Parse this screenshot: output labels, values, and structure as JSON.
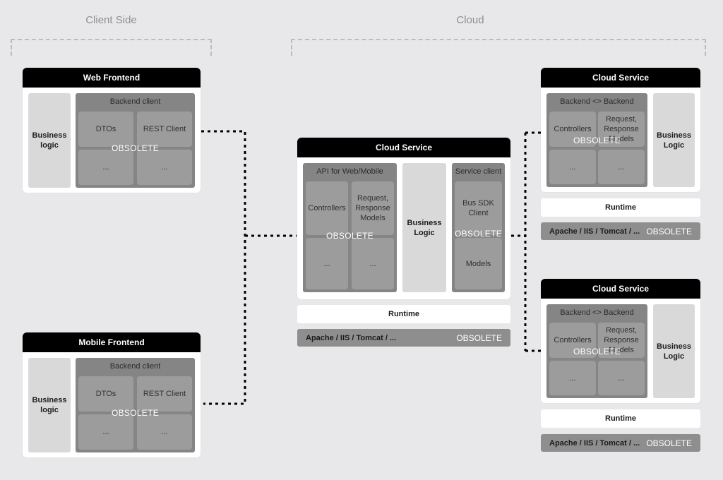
{
  "sections": {
    "client_side": "Client Side",
    "cloud": "Cloud"
  },
  "obsolete": "OBSOLETE",
  "ellipsis": "...",
  "web_frontend": {
    "title": "Web Frontend",
    "business": "Business logic",
    "backend_client": "Backend client",
    "dtos": "DTOs",
    "rest_client": "REST Client"
  },
  "mobile_frontend": {
    "title": "Mobile Frontend",
    "business": "Business logic",
    "backend_client": "Backend client",
    "dtos": "DTOs",
    "rest_client": "REST Client"
  },
  "central_service": {
    "title": "Cloud Service",
    "api": "API for Web/Mobile",
    "controllers": "Controllers",
    "models": "Request, Response Models",
    "business": "Business Logic",
    "service_client": "Service client",
    "bus_sdk": "Bus SDK Client",
    "models2": "Models",
    "runtime": "Runtime",
    "server": "Apache / IIS / Tomcat / ..."
  },
  "cloud_service_top": {
    "title": "Cloud Service",
    "backend": "Backend <> Backend",
    "controllers": "Controllers",
    "models": "Request, Response Models",
    "business": "Business Logic",
    "runtime": "Runtime",
    "server": "Apache / IIS / Tomcat / ..."
  },
  "cloud_service_bottom": {
    "title": "Cloud Service",
    "backend": "Backend <> Backend",
    "controllers": "Controllers",
    "models": "Request, Response Models",
    "business": "Business Logic",
    "runtime": "Runtime",
    "server": "Apache / IIS / Tomcat / ..."
  },
  "colors": {
    "background": "#e8e8ea",
    "header": "#000000",
    "dark_box": "#858585",
    "cell": "#9c9c9c",
    "light_col": "#d9d9d9"
  }
}
